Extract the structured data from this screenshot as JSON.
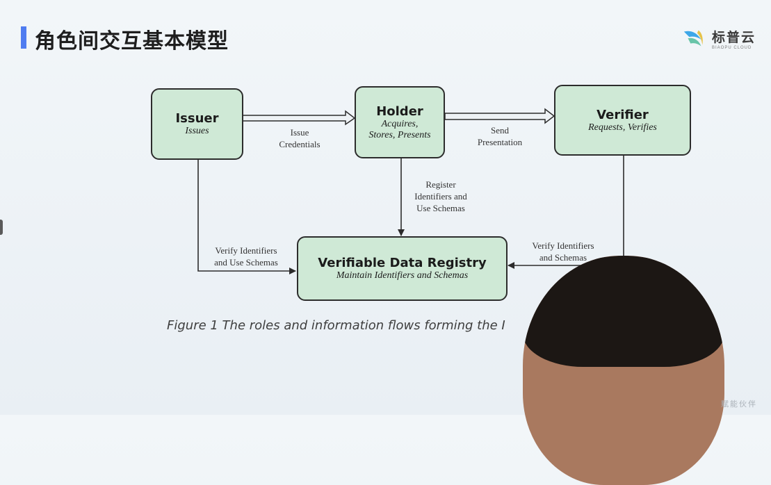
{
  "slide": {
    "title": "角色间交互基本模型"
  },
  "brand": {
    "name": "标普云",
    "subtitle": "BIAOPU CLOUD"
  },
  "diagram": {
    "issuer": {
      "title": "Issuer",
      "subtitle": "Issues"
    },
    "holder": {
      "title": "Holder",
      "subtitle_line1": "Acquires,",
      "subtitle_line2": "Stores, Presents"
    },
    "verifier": {
      "title": "Verifier",
      "subtitle": "Requests, Verifies"
    },
    "registry": {
      "title": "Verifiable Data Registry",
      "subtitle": "Maintain Identifiers and Schemas"
    },
    "flows": {
      "issue_line1": "Issue",
      "issue_line2": "Credentials",
      "send_line1": "Send",
      "send_line2": "Presentation",
      "register_line1": "Register",
      "register_line2": "Identifiers and",
      "register_line3": "Use Schemas",
      "verify_left_line1": "Verify Identifiers",
      "verify_left_line2": "and Use Schemas",
      "verify_right_line1": "Verify Identifiers",
      "verify_right_line2": "and Schemas"
    },
    "caption": "Figure 1 The roles and information flows forming the I"
  },
  "footer": {
    "text": "赋能伙伴"
  },
  "colors": {
    "accent": "#4f7cf0",
    "box_fill": "#cfe9d6"
  }
}
